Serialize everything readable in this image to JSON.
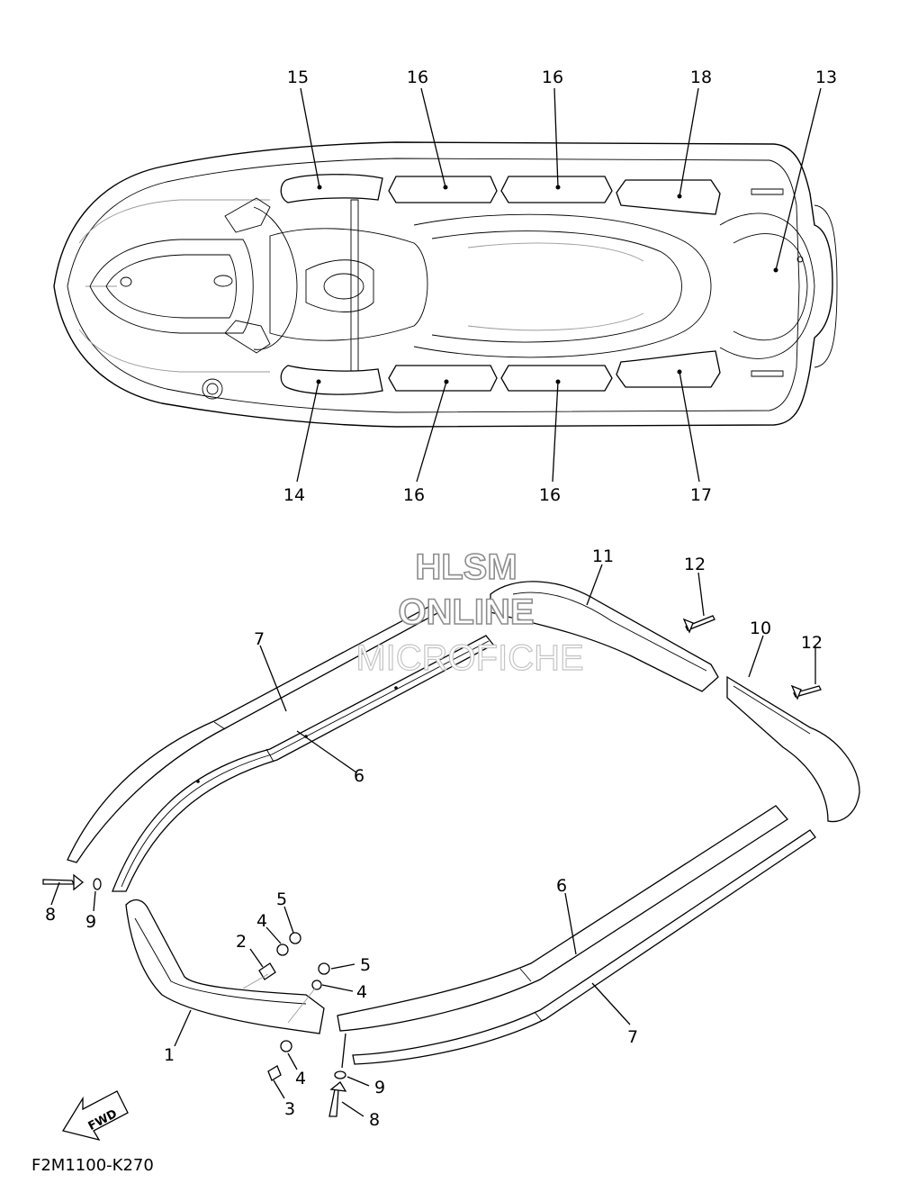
{
  "diagram_code": "F2M1100-K270",
  "forward_label": "FWD",
  "watermark": {
    "line1": "HLSM",
    "line2": "ONLINE",
    "line3": "MICROFICHE"
  },
  "callouts": [
    {
      "id": "c15-top",
      "label": "15"
    },
    {
      "id": "c16-top-a",
      "label": "16"
    },
    {
      "id": "c16-top-b",
      "label": "16"
    },
    {
      "id": "c18",
      "label": "18"
    },
    {
      "id": "c13",
      "label": "13"
    },
    {
      "id": "c14",
      "label": "14"
    },
    {
      "id": "c16-bot-a",
      "label": "16"
    },
    {
      "id": "c16-bot-b",
      "label": "16"
    },
    {
      "id": "c17",
      "label": "17"
    },
    {
      "id": "c11",
      "label": "11"
    },
    {
      "id": "c12-a",
      "label": "12"
    },
    {
      "id": "c10",
      "label": "10"
    },
    {
      "id": "c12-b",
      "label": "12"
    },
    {
      "id": "c7-left",
      "label": "7"
    },
    {
      "id": "c6-left",
      "label": "6"
    },
    {
      "id": "c8-left",
      "label": "8"
    },
    {
      "id": "c9-left",
      "label": "9"
    },
    {
      "id": "c5-top",
      "label": "5"
    },
    {
      "id": "c4-top",
      "label": "4"
    },
    {
      "id": "c2",
      "label": "2"
    },
    {
      "id": "c5-mid",
      "label": "5"
    },
    {
      "id": "c4-mid",
      "label": "4"
    },
    {
      "id": "c1",
      "label": "1"
    },
    {
      "id": "c4-bot",
      "label": "4"
    },
    {
      "id": "c3",
      "label": "3"
    },
    {
      "id": "c6-right",
      "label": "6"
    },
    {
      "id": "c7-right",
      "label": "7"
    },
    {
      "id": "c9-right",
      "label": "9"
    },
    {
      "id": "c8-right",
      "label": "8"
    }
  ]
}
